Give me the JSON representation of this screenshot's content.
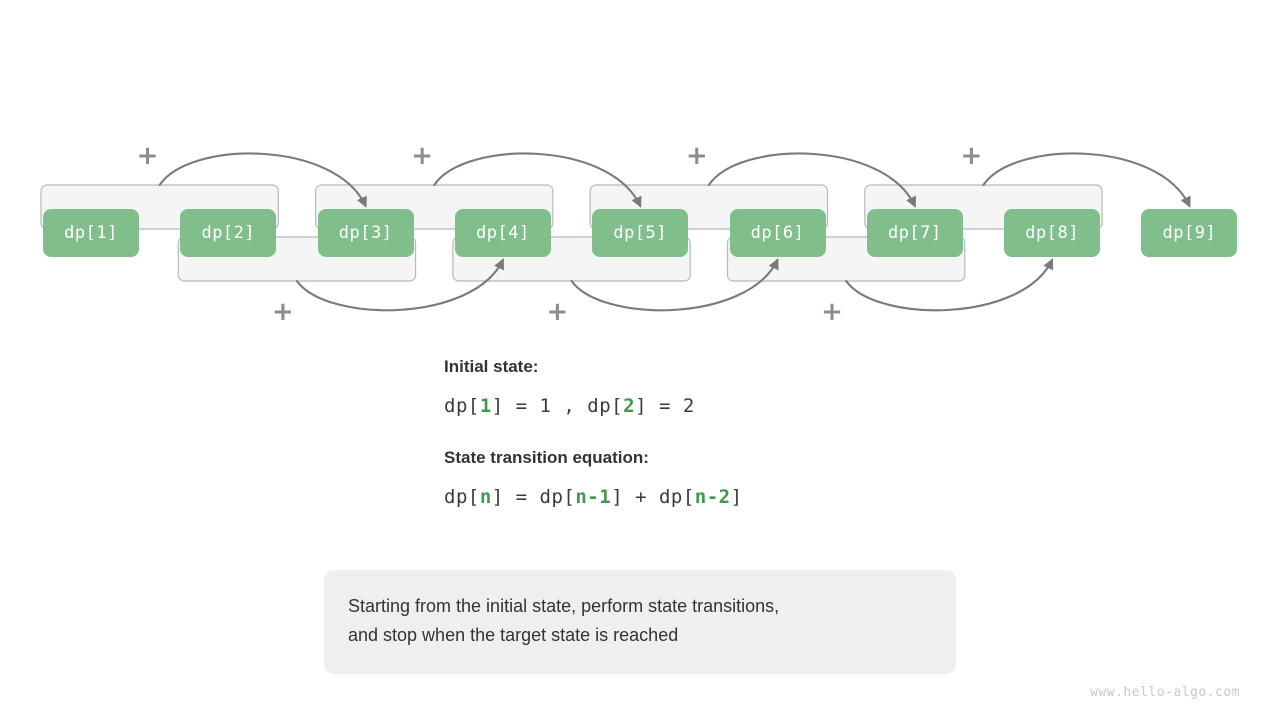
{
  "diagram": {
    "cells": [
      {
        "label": "dp[1]"
      },
      {
        "label": "dp[2]"
      },
      {
        "label": "dp[3]"
      },
      {
        "label": "dp[4]"
      },
      {
        "label": "dp[5]"
      },
      {
        "label": "dp[6]"
      },
      {
        "label": "dp[7]"
      },
      {
        "label": "dp[8]"
      },
      {
        "label": "dp[9]"
      }
    ],
    "plus_label": "+",
    "upper_plus_count": 4,
    "lower_plus_count": 3,
    "cell_color": "#80be8b",
    "bracket_color": "#f5f5f5",
    "bracket_border_color": "#b8b8b8",
    "arrow_color": "#7a7a7a",
    "plus_color": "#8d8d8d"
  },
  "content": {
    "initial_state_heading": "Initial state:",
    "initial_state_formula": {
      "parts": [
        {
          "text": "dp[",
          "hl": false
        },
        {
          "text": "1",
          "hl": true
        },
        {
          "text": "] = 1 , dp[",
          "hl": false
        },
        {
          "text": "2",
          "hl": true
        },
        {
          "text": "] = 2",
          "hl": false
        }
      ],
      "plain": "dp[1] = 1 , dp[2] = 2"
    },
    "transition_heading": "State transition equation:",
    "transition_formula": {
      "parts": [
        {
          "text": "dp[",
          "hl": false
        },
        {
          "text": "n",
          "hl": true
        },
        {
          "text": "] = dp[",
          "hl": false
        },
        {
          "text": "n-1",
          "hl": true
        },
        {
          "text": "] + dp[",
          "hl": false
        },
        {
          "text": "n-2",
          "hl": true
        },
        {
          "text": "]",
          "hl": false
        }
      ],
      "plain": "dp[n] = dp[n-1] + dp[n-2]"
    },
    "highlight_color": "#3f9a4f"
  },
  "callout": {
    "text": "Starting from the initial state, perform state transitions,\nand stop when the target state is reached",
    "background": "#efefef"
  },
  "watermark": {
    "text": "www.hello-algo.com"
  }
}
